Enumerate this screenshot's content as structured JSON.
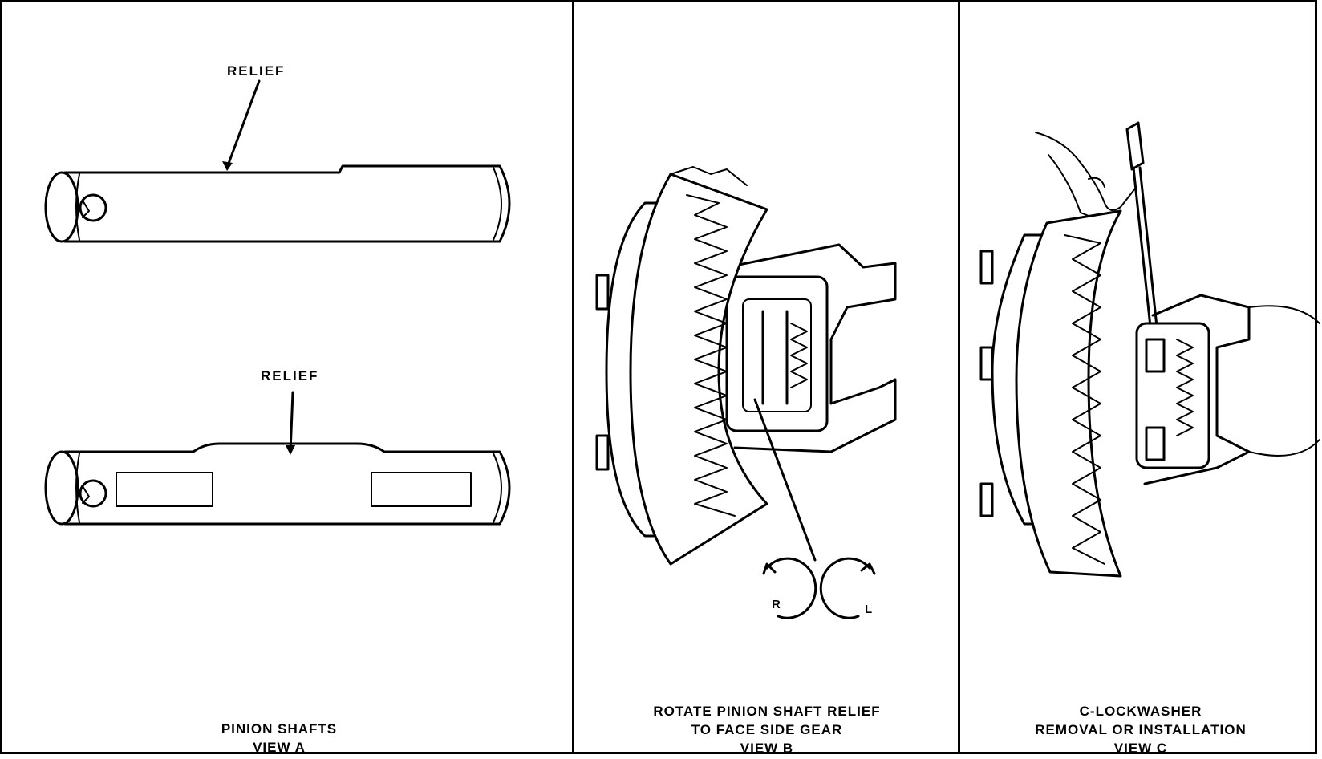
{
  "view_a": {
    "label_top": "RELIEF",
    "label_bottom": "RELIEF",
    "caption_line1": "PINION SHAFTS",
    "caption_line2": "VIEW A"
  },
  "view_b": {
    "caption_line1": "ROTATE PINION SHAFT RELIEF",
    "caption_line2": "TO FACE SIDE GEAR",
    "caption_line3": "VIEW B",
    "rotate_left_label": "R",
    "rotate_right_label": "L"
  },
  "view_c": {
    "caption_line1": "C-LOCKWASHER",
    "caption_line2": "REMOVAL OR INSTALLATION",
    "caption_line3": "VIEW C"
  }
}
